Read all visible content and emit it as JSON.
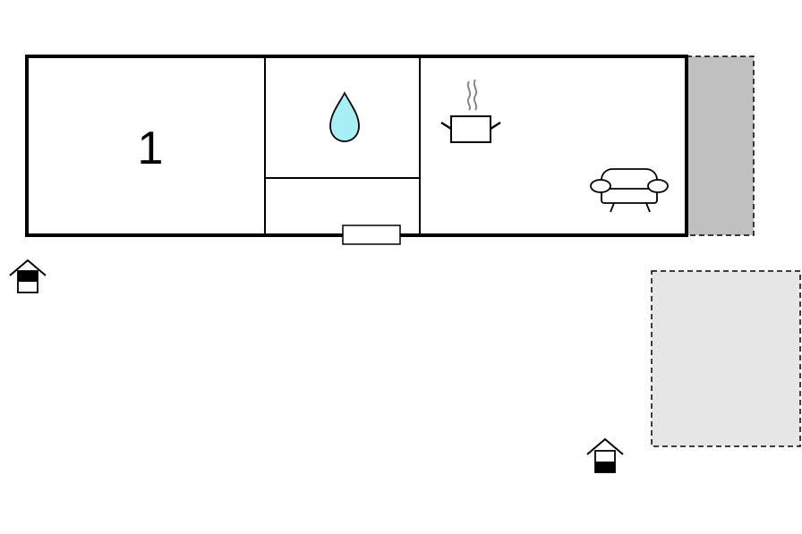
{
  "floorplan": {
    "bedroom": {
      "label": "1"
    },
    "bathroom": {
      "icon": "water-drop-icon"
    },
    "kitchen": {
      "icon": "cooking-pot-icon"
    },
    "living_room": {
      "icon": "sofa-icon"
    },
    "terrace": {
      "style": "dashed",
      "color": "#c0c0c0"
    },
    "garden": {
      "style": "dashed",
      "color": "#e6e6e6"
    },
    "entrances": {
      "icon": "house-entrance-icon",
      "count": 2
    },
    "colors": {
      "wall": "#000000",
      "water": "#a6f0f5",
      "steam": "#888888"
    }
  }
}
